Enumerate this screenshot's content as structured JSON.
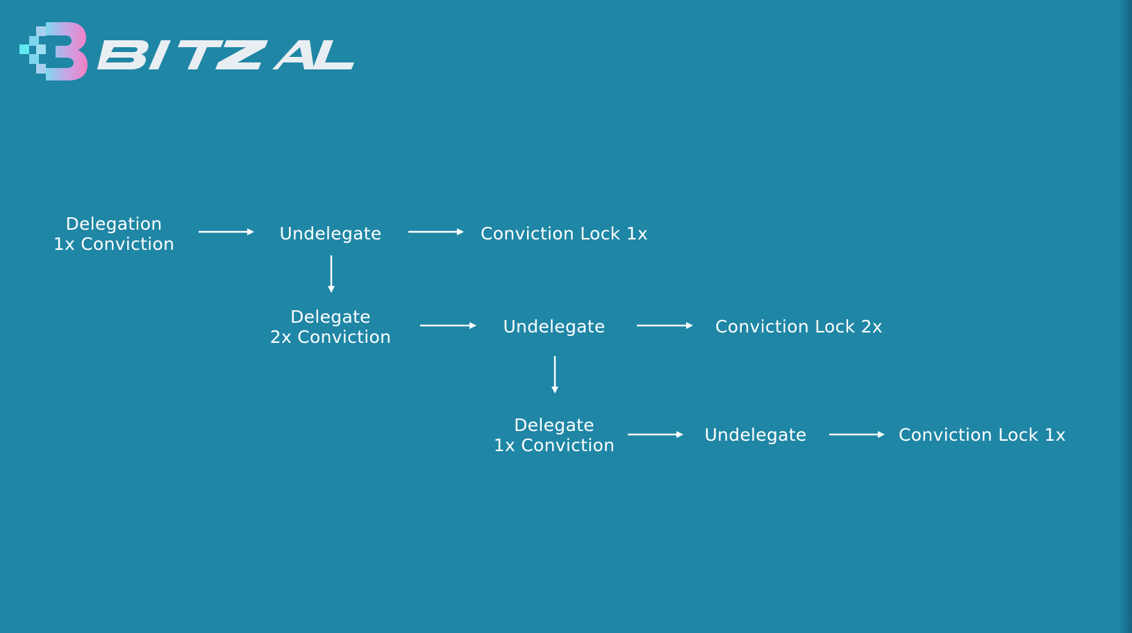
{
  "brand": {
    "name": "BITZAL",
    "accent_colors": {
      "background": "#1f86a5",
      "logo_cyan": "#5ee8f0",
      "logo_pink": "#f47fc4",
      "text": "#ffffff"
    }
  },
  "flow": {
    "row1": {
      "start": [
        "Delegation",
        "1x Conviction"
      ],
      "middle": "Undelegate",
      "end": "Conviction Lock 1x"
    },
    "row2": {
      "start": [
        "Delegate",
        "2x Conviction"
      ],
      "middle": "Undelegate",
      "end": "Conviction Lock 2x"
    },
    "row3": {
      "start": [
        "Delegate",
        "1x Conviction"
      ],
      "middle": "Undelegate",
      "end": "Conviction Lock 1x"
    }
  }
}
